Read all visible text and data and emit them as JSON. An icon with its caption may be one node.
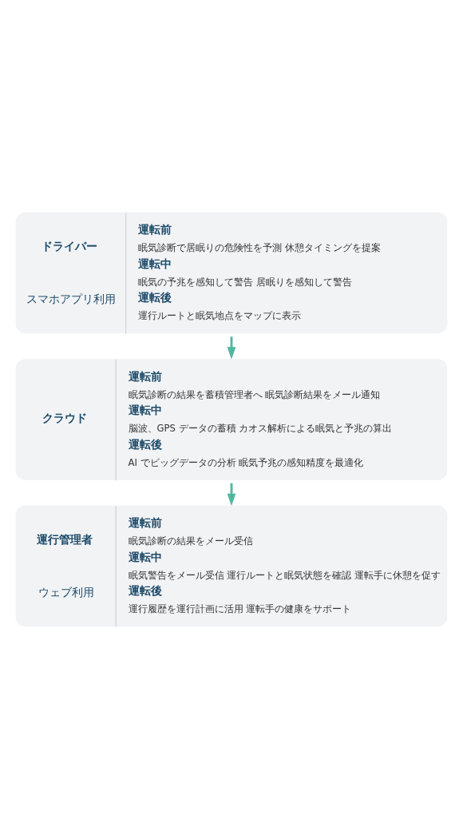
{
  "diagram": {
    "nodes": [
      {
        "text": [
          "ドライバー",
          "スマホアプリ利用",
          "運転前",
          "眠気診断で居眠りの危険性を予測 休憩タイミングを提案",
          "運転中",
          "眠気の予兆を感知して警告 居眠りを感知して警告",
          "運転後",
          "運行ルートと眠気地点をマップに表示"
        ]
      },
      {
        "text": [
          "クラウド",
          "運転前",
          "眠気診断の結果を蓄積管理者へ 眠気診断結果をメール通知",
          "運転中",
          "脳波、GPS データの蓄積 カオス解析による眠気と予兆の算出",
          "運転後",
          "AI でビッグデータの分析 眠気予兆の感知精度を最適化"
        ]
      },
      {
        "text": [
          "運行管理者",
          "ウェブ利用",
          "運転前",
          "眠気診断の結果をメール受信",
          "運転中",
          "眠気警告をメール受信 運行ルートと眠気状態を確認 運転手に休憩を促す",
          "運転後",
          "運行履歴を運行計画に活用 運転手の健康をサポート"
        ]
      }
    ],
    "edges": [
      {
        "from": 0,
        "to": 1,
        "arrow": "to"
      },
      {
        "from": 1,
        "to": 2,
        "arrow": "to"
      }
    ]
  }
}
